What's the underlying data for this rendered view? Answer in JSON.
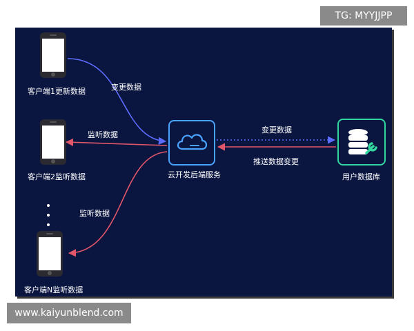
{
  "watermark_top": "TG: MYYJJPP",
  "watermark_bottom": "www.kaiyunblend.com",
  "nodes": {
    "client1": "客户端1更新数据",
    "client2": "客户端2监听数据",
    "clientN": "客户端N监听数据",
    "cloud": "云开发后端服务",
    "database": "用户数据库"
  },
  "edges": {
    "client1_to_cloud": "变更数据",
    "cloud_to_client2": "监听数据",
    "cloud_to_clientN": "监听数据",
    "cloud_to_db": "变更数据",
    "db_to_cloud": "推送数据变更"
  },
  "colors": {
    "background": "#0b1640",
    "blue_arrow": "#5b6cff",
    "red_arrow": "#e2566a",
    "cloud_accent": "#4aa3ff",
    "db_accent": "#32d7a0",
    "watermark": "#8a8a8a"
  },
  "icons": {
    "cloud": "cloud-icon",
    "database": "database-wrench-icon",
    "phone": "smartphone-icon"
  }
}
